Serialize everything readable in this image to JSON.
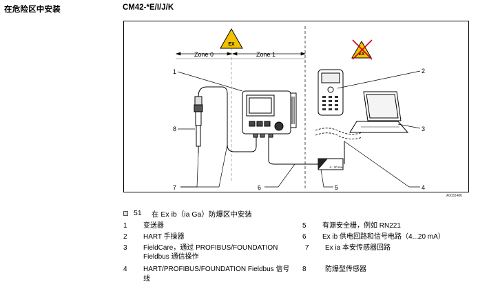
{
  "section_title": "在危险区中安装",
  "model_code": "CM42-*E/I/J/K",
  "diagram": {
    "ex_symbol": "EX",
    "zone0_label": "Zone 0",
    "zone1_label": "Zone 1",
    "callouts": [
      "1",
      "2",
      "3",
      "4",
      "5",
      "6",
      "7",
      "8"
    ],
    "barrier_label": "4...20 mA",
    "doc_id": "A0032486"
  },
  "figure": {
    "number": "51",
    "caption": "在 Ex ib（ia Ga）防爆区中安装"
  },
  "legend": [
    {
      "num": "1",
      "text": "变送器"
    },
    {
      "num": "2",
      "text": "HART 手操器"
    },
    {
      "num": "3",
      "text": "FieldCare，通过 PROFIBUS/FOUNDATION"
    },
    {
      "num": "",
      "text": "Fieldbus 通信操作"
    },
    {
      "num": "4",
      "text": "HART/PROFIBUS/FOUNDATION Fieldbus 信号"
    },
    {
      "num": "",
      "text": "线"
    },
    {
      "num": "5",
      "text": "有源安全栅，例如 RN221"
    },
    {
      "num": "6",
      "text": "Ex ib 供电回路和信号电路（4...20 mA）"
    },
    {
      "num": "7",
      "text": "Ex ia 本安传感器回路"
    },
    {
      "num": "8",
      "text": "防爆型传感器"
    }
  ]
}
